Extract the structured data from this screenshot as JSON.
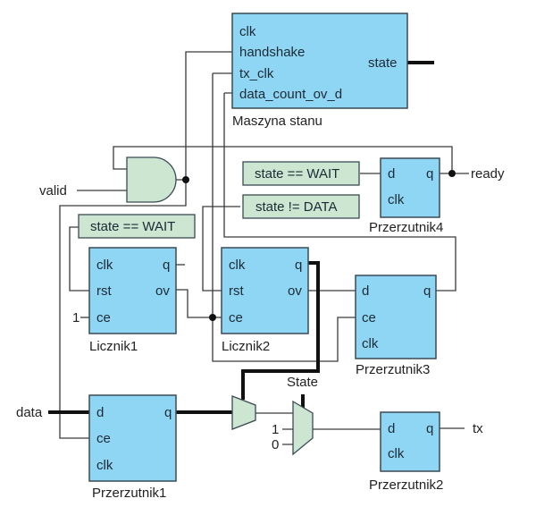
{
  "diagram": {
    "blocks": {
      "fsm": {
        "name": "Maszyna stanu",
        "ports_in": [
          "clk",
          "handshake",
          "tx_clk",
          "data_count_ov_d"
        ],
        "ports_out": [
          "state"
        ]
      },
      "licznik1": {
        "name": "Licznik1",
        "ports_in": [
          "clk",
          "rst",
          "ce"
        ],
        "ports_out": [
          "q",
          "ov"
        ]
      },
      "licznik2": {
        "name": "Licznik2",
        "ports_in": [
          "clk",
          "rst",
          "ce"
        ],
        "ports_out": [
          "q",
          "ov"
        ]
      },
      "przerzutnik1": {
        "name": "Przerzutnik1",
        "ports_in": [
          "d",
          "ce",
          "clk"
        ],
        "ports_out": [
          "q"
        ]
      },
      "przerzutnik2": {
        "name": "Przerzutnik2",
        "ports_in": [
          "d",
          "clk"
        ],
        "ports_out": [
          "q"
        ]
      },
      "przerzutnik3": {
        "name": "Przerzutnik3",
        "ports_in": [
          "d",
          "ce",
          "clk"
        ],
        "ports_out": [
          "q"
        ]
      },
      "przerzutnik4": {
        "name": "Przerzutnik4",
        "ports_in": [
          "d",
          "clk"
        ],
        "ports_out": [
          "q"
        ]
      }
    },
    "conditions": {
      "wait_top": "state == WAIT",
      "not_data": "state != DATA",
      "wait_left": "state == WAIT"
    },
    "signals": {
      "valid": "valid",
      "ready": "ready",
      "data": "data",
      "tx": "tx",
      "state_mux": "State",
      "const_one_l1": "1",
      "mux_in_1": "1",
      "mux_in_0": "0"
    },
    "colors": {
      "block_fill": "#8fd6f5",
      "condition_fill": "#cde6d2"
    }
  }
}
